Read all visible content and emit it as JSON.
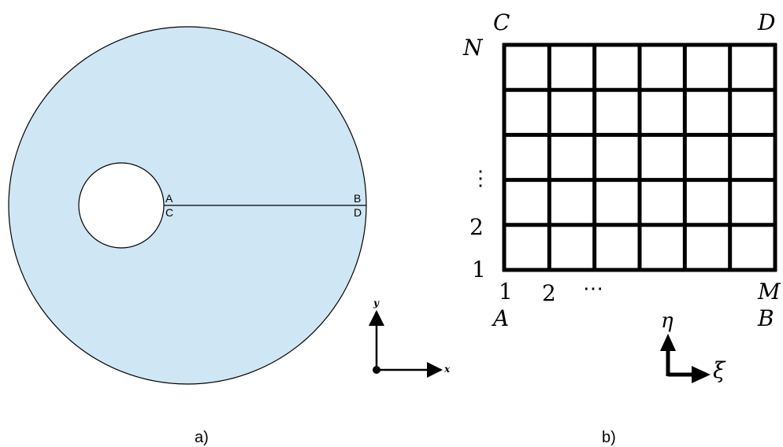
{
  "colors": {
    "domain_fill": "#cfe6f4",
    "stroke": "#000000",
    "hole_fill": "#ffffff"
  },
  "panel_a": {
    "caption": "a)",
    "cut_top_left": "A",
    "cut_bottom_left": "C",
    "cut_top_right": "B",
    "cut_bottom_right": "D",
    "axis_x": "x",
    "axis_y": "y"
  },
  "panel_b": {
    "caption": "b)",
    "corner_top_left": "C",
    "corner_top_right": "D",
    "corner_bottom_left": "A",
    "corner_bottom_right": "B",
    "row_labels": [
      "N",
      "⋮",
      "2",
      "1"
    ],
    "col_labels": [
      "1",
      "2",
      "⋯",
      "M"
    ],
    "axis_xi": "ξ",
    "axis_eta": "η",
    "grid_cols": 6,
    "grid_rows": 5
  }
}
